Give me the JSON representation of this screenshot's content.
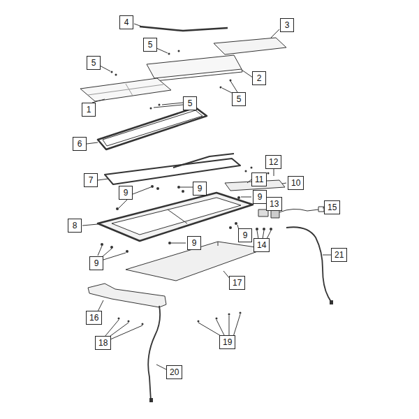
{
  "diagram": {
    "labels": [
      "4",
      "3",
      "5",
      "5",
      "2",
      "5",
      "1",
      "5",
      "6",
      "12",
      "7",
      "11",
      "9",
      "9",
      "10",
      "9",
      "13",
      "15",
      "8",
      "9",
      "14",
      "9",
      "21",
      "9",
      "17",
      "16",
      "18",
      "19",
      "20"
    ]
  }
}
